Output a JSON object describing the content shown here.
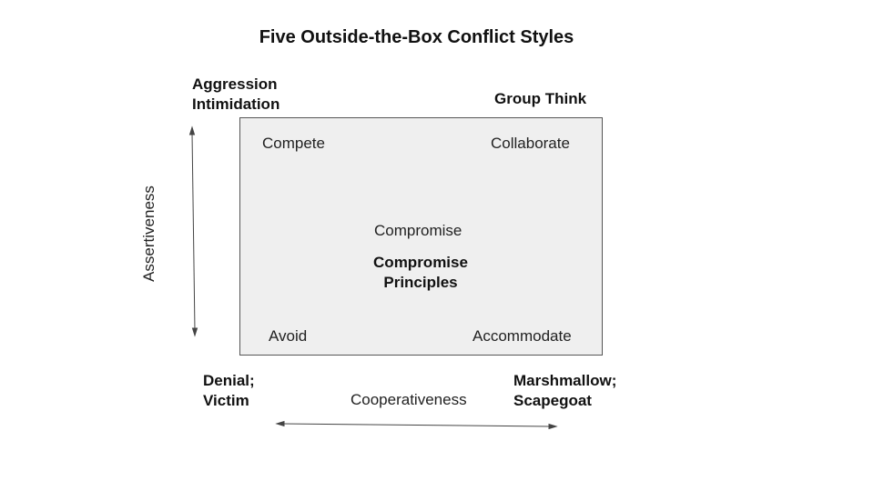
{
  "title": "Five Outside-the-Box Conflict Styles",
  "grid": {
    "top_left": "Compete",
    "top_right": "Collaborate",
    "center": "Compromise",
    "center_bold": "Compromise Principles",
    "bottom_left": "Avoid",
    "bottom_right": "Accommodate"
  },
  "outside": {
    "top_left_line1": "Aggression",
    "top_left_line2": "Intimidation",
    "top_right": "Group Think",
    "bottom_left_line1": "Denial;",
    "bottom_left_line2": "Victim",
    "bottom_right_line1": "Marshmallow;",
    "bottom_right_line2": "Scapegoat"
  },
  "axes": {
    "y_label": "Assertiveness",
    "x_label": "Cooperativeness"
  },
  "colors": {
    "box_fill": "#efefef",
    "box_border": "#555555",
    "text": "#1a1a1a"
  }
}
